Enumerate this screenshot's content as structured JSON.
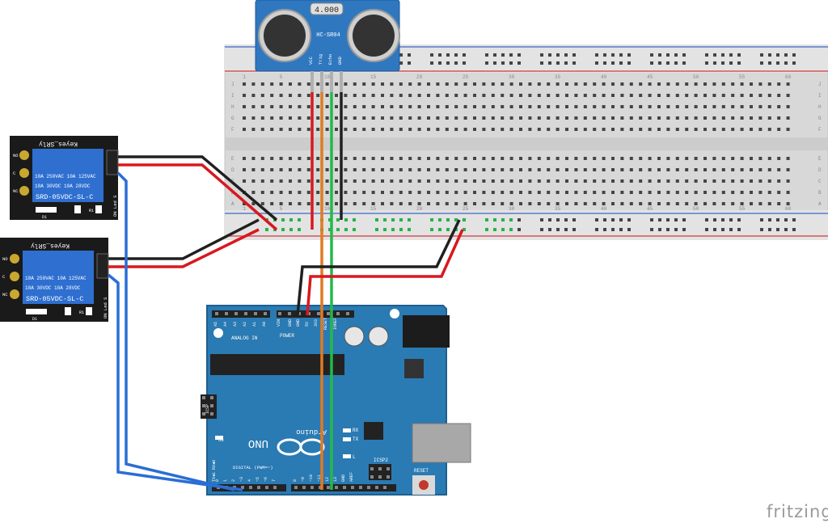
{
  "sensor": {
    "display": "4.000",
    "model": "HC-SR04",
    "pins": [
      "VCC",
      "Trig",
      "Echo",
      "GND"
    ]
  },
  "breadboard": {
    "col_numbers": [
      "1",
      "5",
      "10",
      "15",
      "20",
      "25",
      "30",
      "35",
      "40",
      "45",
      "50",
      "55",
      "60"
    ],
    "row_letters_top": [
      "J",
      "I",
      "H",
      "G",
      "F"
    ],
    "row_letters_bottom": [
      "E",
      "D",
      "C",
      "B",
      "A"
    ]
  },
  "relays": [
    {
      "brand": "Keyes_SRly",
      "terms": [
        "NO",
        "C",
        "NC"
      ],
      "rating1": "10A 250VAC  10A 125VAC",
      "rating2": "10A 30VDC  10A 28VDC",
      "model": "SRD-05VDC-SL-C",
      "side": "ON Led S",
      "diode": "D1",
      "resistor": "R1"
    },
    {
      "brand": "Keyes_SRly",
      "terms": [
        "NO",
        "C",
        "NC"
      ],
      "rating1": "10A 250VAC  10A 125VAC",
      "rating2": "10A 30VDC  10A 28VDC",
      "model": "SRD-05VDC-SL-C",
      "side": "ON Led S",
      "diode": "D1",
      "resistor": "R1"
    }
  ],
  "arduino": {
    "power_pins": [
      "VIN",
      "GND",
      "GND",
      "5V",
      "3V3",
      "RESET",
      "IOREF"
    ],
    "analog_pins": [
      "A5",
      "A4",
      "A3",
      "A2",
      "A1",
      "A0"
    ],
    "analog_label": "ANALOG IN",
    "power_label": "POWER",
    "digital_label": "DIGITAL (PWM=~)",
    "digital_pins": [
      "0",
      "1",
      "2",
      "~3",
      "4",
      "~5",
      "~6",
      "7",
      "8",
      "~9",
      "~10",
      "~11",
      "12",
      "13",
      "GND",
      "AREF"
    ],
    "rx": "RX",
    "tx": "TX",
    "l": "L",
    "on": "ON",
    "uno": "UNO",
    "logo_text": "Arduino",
    "txrx": "TX◄1 RX◄0",
    "icsp": "ICSP",
    "icsp2": "ICSP2",
    "reset": "RESET"
  },
  "brand": "fritzing",
  "colors": {
    "board": "#2a7ab3",
    "board_edge": "#1f5f8e",
    "sensor": "#2f78c0",
    "relay_blue": "#2e6fd0",
    "wire_red": "#d9181f",
    "wire_black": "#202020",
    "wire_orange": "#e07b23",
    "wire_green": "#23b94a",
    "wire_blue": "#2a6ed6"
  }
}
